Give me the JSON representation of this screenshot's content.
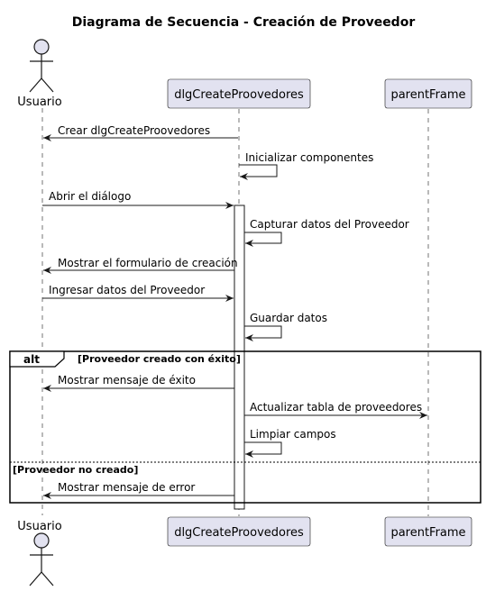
{
  "title": "Diagrama de Secuencia - Creación de Proveedor",
  "participants": {
    "usuario": "Usuario",
    "dlg": "dlgCreateProovedores",
    "parent": "parentFrame"
  },
  "messages": {
    "m1": "Crear dlgCreateProovedores",
    "m2": "Inicializar componentes",
    "m3": "Abrir el diálogo",
    "m4": "Capturar datos del Proveedor",
    "m5": "Mostrar el formulario de creación",
    "m6": "Ingresar datos del Proveedor",
    "m7": "Guardar datos",
    "m8": "Mostrar mensaje de éxito",
    "m9": "Actualizar tabla de proveedores",
    "m10": "Limpiar campos",
    "m11": "Mostrar mensaje de error"
  },
  "alt": {
    "keyword": "alt",
    "guard1": "[Proveedor creado con éxito]",
    "guard2": "[Proveedor no creado]"
  },
  "colors": {
    "participant_fill": "#E2E2F0",
    "participant_stroke": "#181818",
    "lifeline": "#181818"
  }
}
